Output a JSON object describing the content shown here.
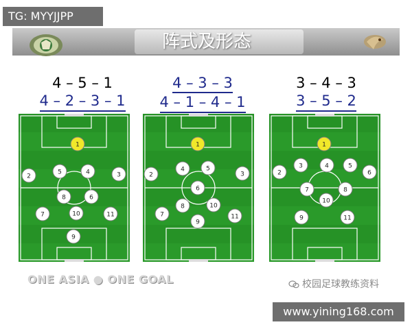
{
  "watermark_top": "TG: MYYJJPP",
  "slide_title": "阵式及形态",
  "formations": [
    {
      "line1": "4 – 5 – 1",
      "line2": "4 – 2 – 3 – 1"
    },
    {
      "line1": "4 – 3 – 3",
      "line2": "4 – 1 – 4 – 1"
    },
    {
      "line1": "3 – 4 – 3",
      "line2": "3 – 5 – 2"
    }
  ],
  "fields": [
    {
      "players": [
        {
          "n": "1",
          "gk": true
        },
        {
          "n": "2"
        },
        {
          "n": "5"
        },
        {
          "n": "4"
        },
        {
          "n": "3"
        },
        {
          "n": "8"
        },
        {
          "n": "6"
        },
        {
          "n": "7"
        },
        {
          "n": "10"
        },
        {
          "n": "11"
        },
        {
          "n": "9"
        }
      ]
    },
    {
      "players": [
        {
          "n": "1",
          "gk": true
        },
        {
          "n": "2"
        },
        {
          "n": "4"
        },
        {
          "n": "5"
        },
        {
          "n": "3"
        },
        {
          "n": "6"
        },
        {
          "n": "8"
        },
        {
          "n": "10"
        },
        {
          "n": "7"
        },
        {
          "n": "11"
        },
        {
          "n": "9"
        }
      ]
    },
    {
      "players": [
        {
          "n": "1",
          "gk": true
        },
        {
          "n": "2"
        },
        {
          "n": "3"
        },
        {
          "n": "4"
        },
        {
          "n": "5"
        },
        {
          "n": "6"
        },
        {
          "n": "7"
        },
        {
          "n": "8"
        },
        {
          "n": "10"
        },
        {
          "n": "9"
        },
        {
          "n": "11"
        }
      ]
    }
  ],
  "footer_left": "ONE ASIA ● ONE GOAL",
  "footer_right": "校园足球教练资料",
  "watermark_bottom": "www.yining168.com",
  "colors": {
    "pitch": "#2a9a2a",
    "pitch_line": "#ffffff",
    "goalkeeper": "#f0e82a",
    "title_blue": "#1f2a8c"
  }
}
